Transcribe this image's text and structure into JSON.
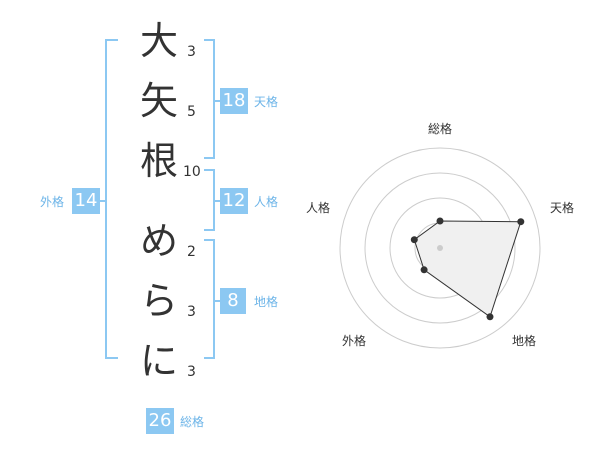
{
  "name_chars": [
    {
      "char": "大",
      "strokes": "3"
    },
    {
      "char": "矢",
      "strokes": "5"
    },
    {
      "char": "根",
      "strokes": "10"
    },
    {
      "char": "め",
      "strokes": "2"
    },
    {
      "char": "ら",
      "strokes": "3"
    },
    {
      "char": "に",
      "strokes": "3"
    }
  ],
  "kakusu": {
    "tenkaku": {
      "label": "天格",
      "value": "18"
    },
    "jinkaku": {
      "label": "人格",
      "value": "12"
    },
    "chikaku": {
      "label": "地格",
      "value": "8"
    },
    "gaikaku": {
      "label": "外格",
      "value": "14"
    },
    "soukaku": {
      "label": "総格",
      "value": "26"
    }
  },
  "radar": {
    "labels": [
      "総格",
      "天格",
      "地格",
      "外格",
      "人格"
    ],
    "values": [
      0.27,
      0.85,
      0.85,
      0.27,
      0.27
    ],
    "fill_color": "#f0f0f0",
    "line_color": "#333333",
    "grid_color": "#cccccc",
    "point_color": "#333333"
  },
  "colors": {
    "accent": "#8cc8f2",
    "bracket": "#8cc8f2",
    "label": "#6cb4e8"
  }
}
